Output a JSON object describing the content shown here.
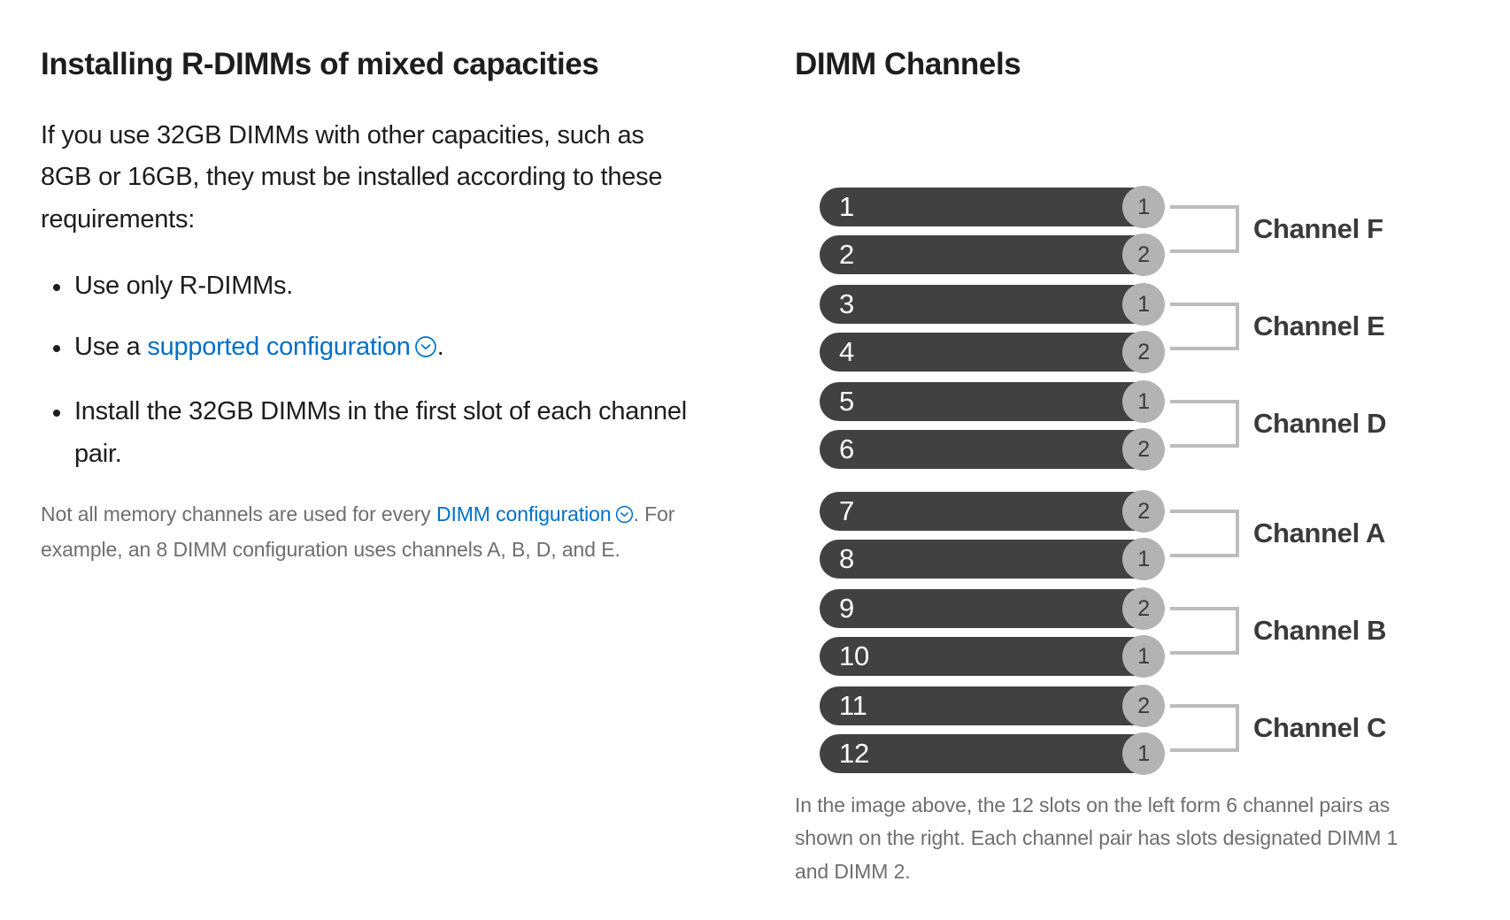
{
  "left": {
    "heading": "Installing R-DIMMs of mixed capacities",
    "intro": "If you use 32GB DIMMs with other capacities, such as 8GB or 16GB, they must be installed according to these requirements:",
    "requirements": [
      {
        "prefix": "Use only R-DIMMs.",
        "link": "",
        "suffix": "",
        "has_link": false
      },
      {
        "prefix": "Use a ",
        "link": "supported configuration",
        "suffix": ".",
        "has_link": true
      },
      {
        "prefix": "Install the 32GB DIMMs in the first slot of each channel pair.",
        "link": "",
        "suffix": "",
        "has_link": false
      }
    ],
    "note": {
      "part1": "Not all memory channels are used for every ",
      "link": "DIMM configuration",
      "part2": ". For example, an 8 DIMM configuration uses channels A, B, D, and E."
    }
  },
  "right": {
    "heading": "DIMM Channels",
    "caption": "In the image above, the 12 slots on the left form 6 channel pairs as shown on the right. Each channel pair has slots designated DIMM 1 and DIMM 2.",
    "groups": [
      {
        "pairs": [
          {
            "channel": "Channel F",
            "slots": [
              {
                "slot": "1",
                "dimm": "1"
              },
              {
                "slot": "2",
                "dimm": "2"
              }
            ]
          },
          {
            "channel": "Channel E",
            "slots": [
              {
                "slot": "3",
                "dimm": "1"
              },
              {
                "slot": "4",
                "dimm": "2"
              }
            ]
          },
          {
            "channel": "Channel D",
            "slots": [
              {
                "slot": "5",
                "dimm": "1"
              },
              {
                "slot": "6",
                "dimm": "2"
              }
            ]
          }
        ]
      },
      {
        "pairs": [
          {
            "channel": "Channel A",
            "slots": [
              {
                "slot": "7",
                "dimm": "2"
              },
              {
                "slot": "8",
                "dimm": "1"
              }
            ]
          },
          {
            "channel": "Channel B",
            "slots": [
              {
                "slot": "9",
                "dimm": "2"
              },
              {
                "slot": "10",
                "dimm": "1"
              }
            ]
          },
          {
            "channel": "Channel C",
            "slots": [
              {
                "slot": "11",
                "dimm": "2"
              },
              {
                "slot": "12",
                "dimm": "1"
              }
            ]
          }
        ]
      }
    ]
  },
  "colors": {
    "link": "#0070c9",
    "slot_bar": "#414141",
    "dimm_badge": "#b3b3b3",
    "bracket": "#bcbcbc",
    "muted_text": "#6e6e73",
    "text": "#1d1d1f"
  },
  "icons": {
    "chevron_down_circle": "chevron-down-circle-icon"
  }
}
